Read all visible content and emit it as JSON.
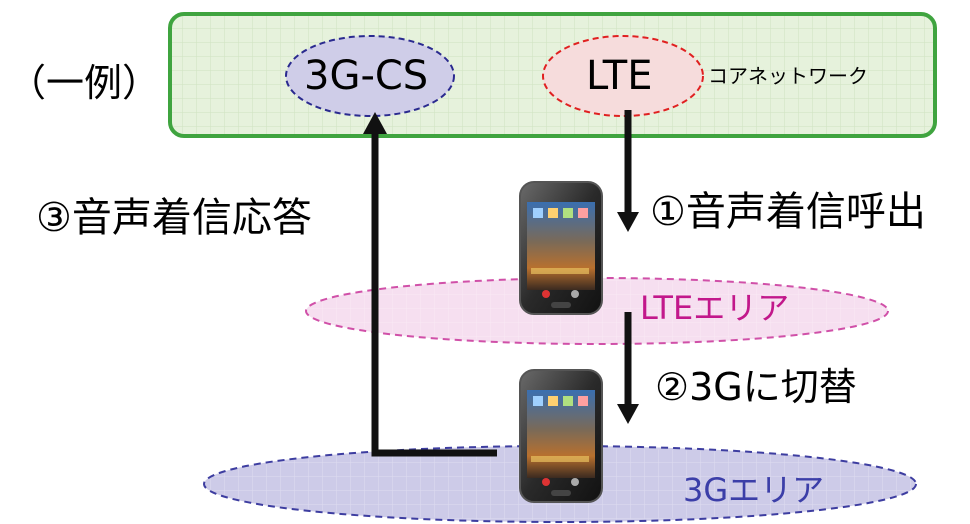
{
  "example_label": "（一例）",
  "core_network": {
    "cs_label": "3G-CS",
    "lte_label": "LTE",
    "caption": "コアネットワーク"
  },
  "areas": {
    "lte_area": "LTEエリア",
    "g3_area": "3Gエリア"
  },
  "steps": {
    "step1": "①音声着信呼出",
    "step2": "②3Gに切替",
    "step3": "③音声着信応答"
  },
  "colors": {
    "core_fill": "#e6f2dc",
    "core_border": "#3fa43f",
    "cs_fill": "#cfcde8",
    "cs_border": "#2a2a8f",
    "lte_fill": "#f6dcdc",
    "lte_border": "#e02020",
    "lte_area_fill": "#f6dff0",
    "lte_area_border": "#d050a8",
    "g3_area_fill": "#cdcbe8",
    "g3_area_border": "#3d3da0",
    "arrow": "#111111"
  },
  "icons": [
    "smartphone-icon",
    "smartphone-icon"
  ]
}
